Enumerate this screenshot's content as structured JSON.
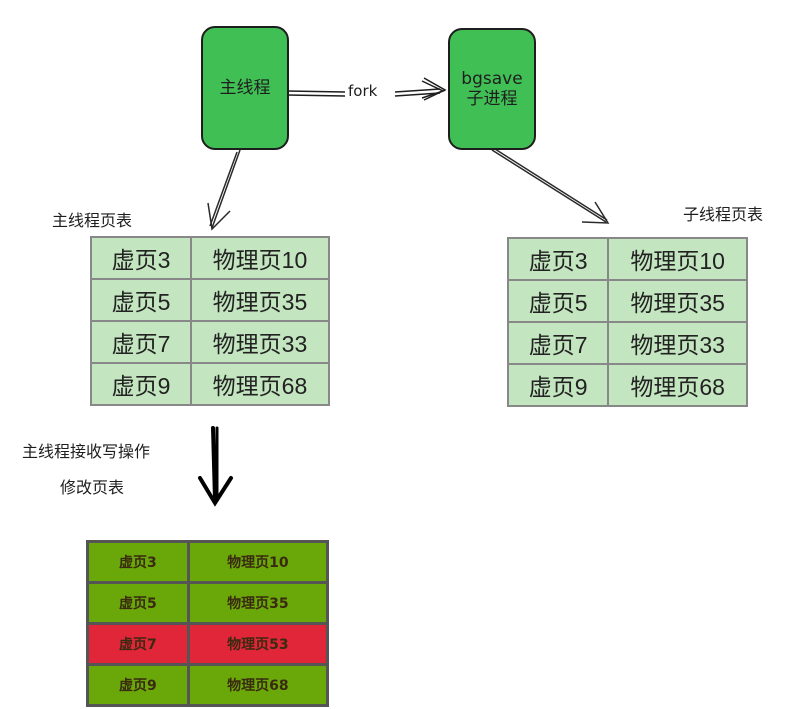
{
  "nodes": {
    "main_thread": "主线程",
    "child_line1": "bgsave",
    "child_line2": "子进程",
    "fork": "fork"
  },
  "captions": {
    "main_table": "主线程页表",
    "child_table": "子线程页表",
    "write_line1": "主线程接收写操作",
    "write_line2": "修改页表"
  },
  "main_table": [
    {
      "virtual": "虚页3",
      "physical": "物理页10"
    },
    {
      "virtual": "虚页5",
      "physical": "物理页35"
    },
    {
      "virtual": "虚页7",
      "physical": "物理页33"
    },
    {
      "virtual": "虚页9",
      "physical": "物理页68"
    }
  ],
  "child_table": [
    {
      "virtual": "虚页3",
      "physical": "物理页10"
    },
    {
      "virtual": "虚页5",
      "physical": "物理页35"
    },
    {
      "virtual": "虚页7",
      "physical": "物理页33"
    },
    {
      "virtual": "虚页9",
      "physical": "物理页68"
    }
  ],
  "modified_table": [
    {
      "virtual": "虚页3",
      "physical": "物理页10",
      "changed": false
    },
    {
      "virtual": "虚页5",
      "physical": "物理页35",
      "changed": false
    },
    {
      "virtual": "虚页7",
      "physical": "物理页53",
      "changed": true
    },
    {
      "virtual": "虚页9",
      "physical": "物理页68",
      "changed": false
    }
  ],
  "colors": {
    "node_fill": "#40bf55",
    "table_fill": "#c3e5bf",
    "modified_fill": "#6aa80a",
    "changed_fill": "#e2263a"
  }
}
